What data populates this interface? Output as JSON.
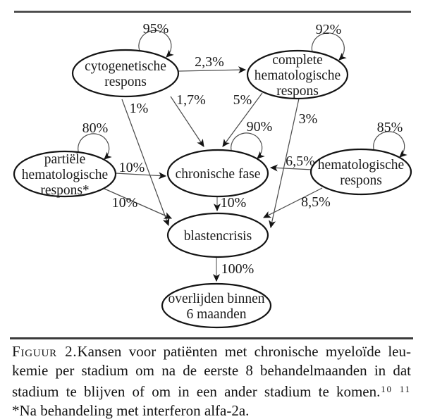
{
  "figure": {
    "nodes": [
      {
        "id": "cytogenetische-respons",
        "lines": [
          "cytogenetische",
          "respons"
        ],
        "self_loop_label": "95%"
      },
      {
        "id": "complete-hematologische-respons",
        "lines": [
          "complete",
          "hematologische",
          "respons"
        ],
        "self_loop_label": "92%"
      },
      {
        "id": "partiele-hematologische-respons",
        "lines": [
          "partiële",
          "hematologische",
          "respons*"
        ],
        "self_loop_label": "80%"
      },
      {
        "id": "chronische-fase",
        "lines": [
          "chronische fase"
        ],
        "self_loop_label": "90%"
      },
      {
        "id": "hematologische-respons",
        "lines": [
          "hematologische",
          "respons"
        ],
        "self_loop_label": "85%"
      },
      {
        "id": "blastencrisis",
        "lines": [
          "blastencrisis"
        ]
      },
      {
        "id": "overlijden-binnen-6-maanden",
        "lines": [
          "overlijden binnen",
          "6 maanden"
        ]
      }
    ],
    "edges": [
      {
        "from": "cytogenetische respons",
        "to": "complete hematologische respons",
        "label": "2,3%"
      },
      {
        "from": "cytogenetische respons",
        "to": "chronische fase",
        "label": "1,7%"
      },
      {
        "from": "complete hematologische respons",
        "to": "chronische fase",
        "label": "5%"
      },
      {
        "from": "cytogenetische respons",
        "to": "blastencrisis",
        "label": "1%"
      },
      {
        "from": "complete hematologische respons",
        "to": "blastencrisis",
        "label": "3%"
      },
      {
        "from": "partiële hematologische respons*",
        "to": "chronische fase",
        "label": "10%"
      },
      {
        "from": "partiële hematologische respons*",
        "to": "blastencrisis",
        "label": "10%"
      },
      {
        "from": "hematologische respons",
        "to": "chronische fase",
        "label": "6,5%"
      },
      {
        "from": "hematologische respons",
        "to": "blastencrisis",
        "label": "8,5%"
      },
      {
        "from": "chronische fase",
        "to": "blastencrisis",
        "label": "10%"
      },
      {
        "from": "blastencrisis",
        "to": "overlijden binnen 6 maanden",
        "label": "100%"
      }
    ]
  },
  "caption": {
    "figure_label": "Figuur 2.",
    "line1": "Kansen voor patiënten met chronische myeloïde leu-",
    "line2": "kemie per stadium om na de eerste 8 behandelmaanden in dat",
    "line3": "stadium te blijven of om in een ander stadium te komen.",
    "line3_refs": "10 11",
    "line4": "*Na behandeling met interferon alfa-2a."
  },
  "colors": {
    "ink": "#1a1a1a",
    "edge_line": "#4d4d4d",
    "rule": "#3b3b3b",
    "background": "#ffffff"
  }
}
